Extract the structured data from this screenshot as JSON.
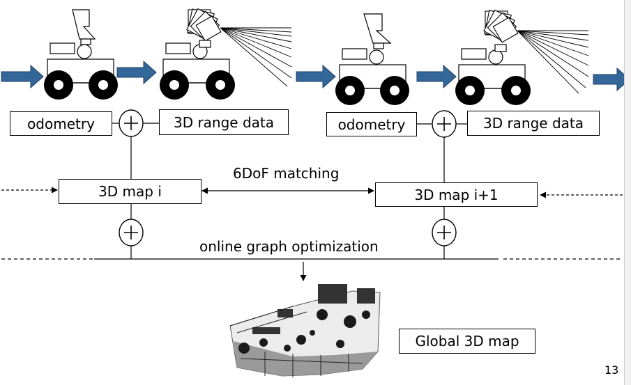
{
  "labels": {
    "odometry_1": "odometry",
    "range_1": "3D range data",
    "odometry_2": "odometry",
    "range_2": "3D range data",
    "map_i": "3D map i",
    "map_i1": "3D map i+1",
    "matching": "6DoF matching",
    "graph_opt": "online graph optimization",
    "global_map": "Global 3D map",
    "page_number": "13"
  },
  "colors": {
    "arrow_fill": "#336699",
    "arrow_edge": "#1f3f66",
    "ink": "#000000",
    "map_fill": "#ececec"
  }
}
